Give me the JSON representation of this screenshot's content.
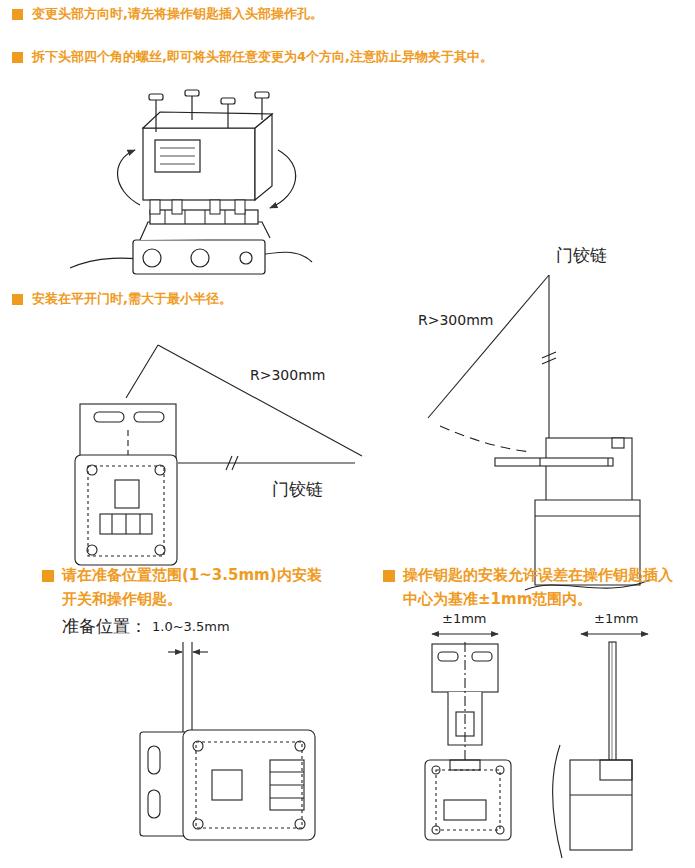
{
  "diagram": {
    "labels": [
      "变更头部方向时,请先将操作钥匙插入头部操作孔。",
      "拆下头部四个角的螺丝,即可将头部任意变更为4个方向,注意防止异物夹于其中。",
      "安装在平开门时,需大于最小半径。",
      "R>300mm",
      "门铰链",
      "门铰链",
      "R>300mm",
      "请在准备位置范围(1~3.5mm)内安装开关和操作钥匙。",
      "操作钥匙的安装允许误差在操作钥匙插入中心为基准±1mm范围内。",
      "准备位置：",
      "1.0~3.5mm",
      "±1mm",
      "±1mm"
    ]
  }
}
